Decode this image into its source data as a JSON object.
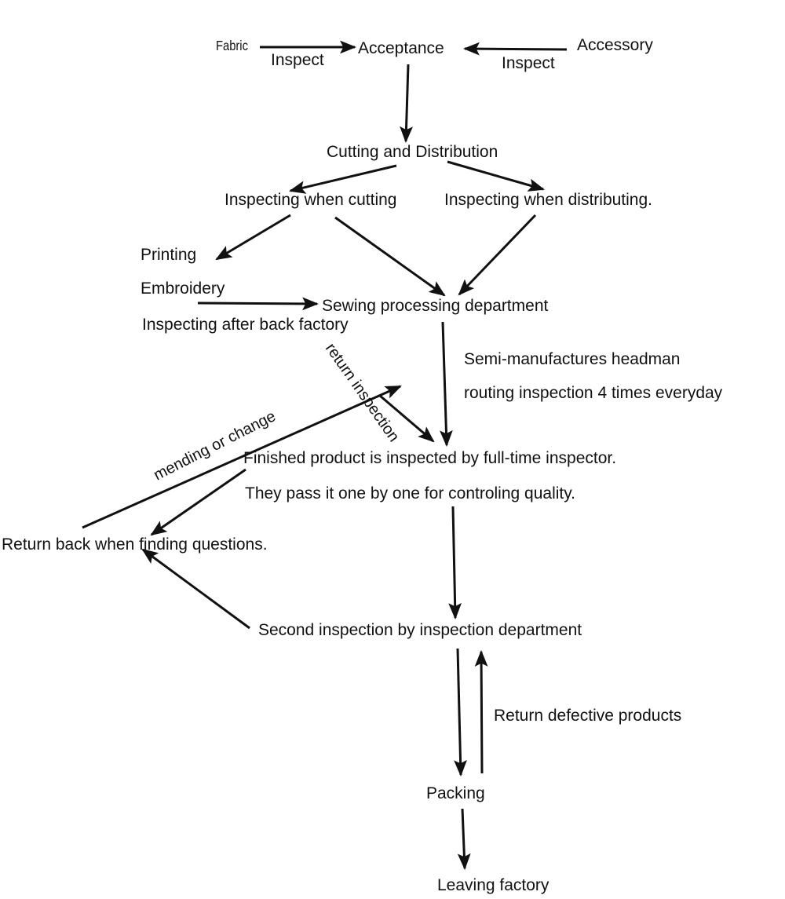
{
  "nodes": {
    "fabric": "Fabric",
    "accessory": "Accessory",
    "acceptance": "Acceptance",
    "cutting_distribution": "Cutting and Distribution",
    "inspecting_cutting": "Inspecting when cutting",
    "inspecting_distributing": "Inspecting when distributing.",
    "printing": "Printing",
    "embroidery": "Embroidery",
    "inspecting_back_factory": "Inspecting after back factory",
    "sewing": "Sewing processing department",
    "semi_line1": "Semi-manufactures headman",
    "semi_line2": "routing inspection 4 times everyday",
    "finished_line1": "Finished product is inspected by full-time inspector.",
    "finished_line2": "They pass it one by one for controling quality.",
    "return_back": "Return back when finding questions.",
    "second_inspection": "Second inspection by inspection department",
    "packing": "Packing",
    "leaving": "Leaving factory"
  },
  "edge_labels": {
    "inspect_fabric": "Inspect",
    "inspect_accessory": "Inspect",
    "return_inspection": "return inspection",
    "mending_or_change": "mending or change",
    "return_defective": "Return defective products"
  }
}
